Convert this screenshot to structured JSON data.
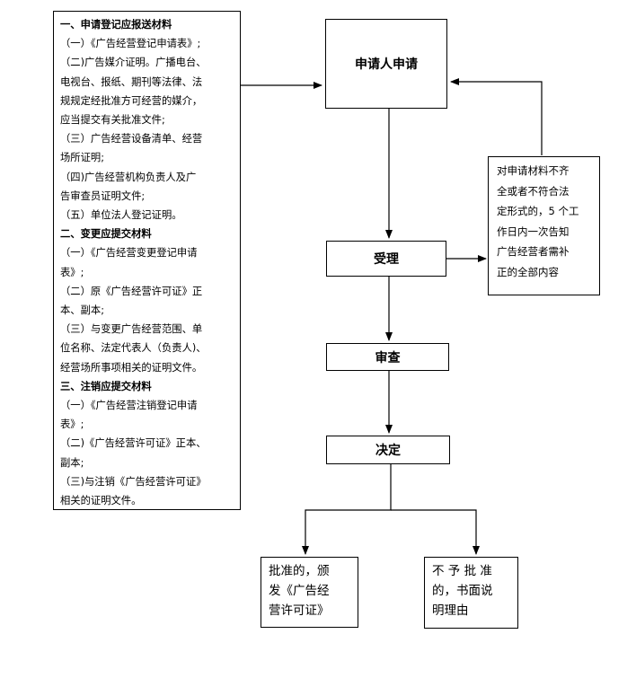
{
  "materials": {
    "lines": [
      {
        "text": "一、申请登记应报送材料",
        "heading": true
      },
      {
        "text": "（一）《广告经营登记申请表》;",
        "heading": false
      },
      {
        "text": "（二)广告媒介证明。广播电台、",
        "heading": false
      },
      {
        "text": "电视台、报纸、期刊等法律、法",
        "heading": false
      },
      {
        "text": "规规定经批准方可经营的媒介，",
        "heading": false
      },
      {
        "text": "应当提交有关批准文件;",
        "heading": false
      },
      {
        "text": "（三）广告经营设备清单、经营",
        "heading": false
      },
      {
        "text": "场所证明;",
        "heading": false
      },
      {
        "text": "（四)广告经营机构负责人及广",
        "heading": false
      },
      {
        "text": "告审查员证明文件;",
        "heading": false
      },
      {
        "text": "（五）单位法人登记证明。",
        "heading": false
      },
      {
        "text": "二、变更应提交材料",
        "heading": true
      },
      {
        "text": "（一）《广告经营变更登记申请",
        "heading": false
      },
      {
        "text": "表》;",
        "heading": false
      },
      {
        "text": "（二）原《广告经营许可证》正",
        "heading": false
      },
      {
        "text": "本、副本;",
        "heading": false
      },
      {
        "text": "（三）与变更广告经营范围、单",
        "heading": false
      },
      {
        "text": "位名称、法定代表人（负责人)、",
        "heading": false
      },
      {
        "text": "经营场所事项相关的证明文件。",
        "heading": false
      },
      {
        "text": "三、注销应提交材料",
        "heading": true
      },
      {
        "text": "（一）《广告经营注销登记申请",
        "heading": false
      },
      {
        "text": "表》;",
        "heading": false
      },
      {
        "text": "（二)《广告经营许可证》正本、",
        "heading": false
      },
      {
        "text": "副本;",
        "heading": false
      },
      {
        "text": "（三)与注销《广告经营许可证》",
        "heading": false
      },
      {
        "text": "相关的证明文件。",
        "heading": false
      }
    ]
  },
  "flow": {
    "apply": "申请人申请",
    "accept": "受理",
    "review": "审查",
    "decide": "决定"
  },
  "note": {
    "lines": [
      "对申请材料不齐",
      "全或者不符合法",
      "定形式的，5 个工",
      "作日内一次告知",
      "广告经营者需补",
      "正的全部内容"
    ]
  },
  "results": {
    "approve": [
      "批准的，颁",
      "发《广告经",
      "营许可证》"
    ],
    "reject": [
      "不 予 批 准",
      "的，书面说",
      "明理由"
    ]
  }
}
